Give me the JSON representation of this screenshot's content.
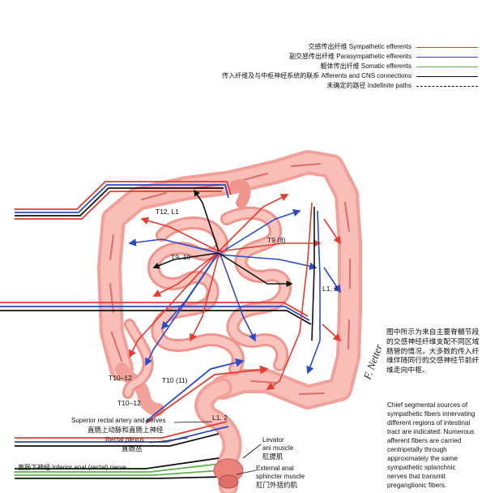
{
  "legend": [
    {
      "text": "交感传出纤维 Sympathetic efferents",
      "color": "#e63a2e",
      "style": "solid"
    },
    {
      "text": "副交感传出纤维 Parasympathetic efferents",
      "color": "#2b4bc4",
      "style": "solid"
    },
    {
      "text": "躯体传出纤维 Somatic efferents",
      "color": "#5fb34a",
      "style": "solid"
    },
    {
      "text": "传入纤维及与中枢神经系统的联系 Afferents and CNS connections",
      "color": "#111111",
      "style": "solid"
    },
    {
      "text": "未确定的路径 Indefinite paths",
      "color": "#111111",
      "style": "dashed"
    }
  ],
  "segments": {
    "t12_l1": "T12, L1",
    "t9_8": "T9 (8)",
    "t9_10": "T9, 10",
    "l1_2_right": "L1, 2",
    "t10_12": "T10–12",
    "t10_11": "T10 (11)",
    "t10_12_low": "T10–12",
    "l1_2_low": "L1, 2"
  },
  "labels": {
    "superior_rectal_en": "Superior rectal artery and nerves",
    "superior_rectal_zh": "直肠上动脉和直肠上神经",
    "rectal_plexus_en": "Rectal plexus",
    "rectal_plexus_zh": "直肠丛",
    "inferior_rectal": "直肠下神经 Inferior anal (rectal) nerve",
    "levator_en": "Levator",
    "levator_en2": "ani muscle",
    "levator_zh": "肛提肌",
    "ext_sphincter_en": "External anal",
    "ext_sphincter_en2": "sphincter muscle",
    "ext_sphincter_zh": "肛门外括约肌"
  },
  "notes": {
    "zh": "图中所示为来自主要脊髓节段的交感神经纤维支配不同区域肠管的情况，大多数的传入纤维伴随同行的交感神经节前纤维走向中枢。",
    "en": "Chief segmental sources of sympathetic fibers innervating different regions of intestinal tract are indicated. Numerous afferent fibers are carried centripetally through approximately the same sympathetic splanchnic nerves that transmit preganglionic fibers."
  },
  "signature": "F. Netter",
  "colors": {
    "sympathetic": "#e63a2e",
    "parasympathetic": "#2b4bc4",
    "somatic": "#5fb34a",
    "afferent": "#111111",
    "bowel_fill": "#f4a7a0",
    "bowel_edge": "#d96f68"
  }
}
